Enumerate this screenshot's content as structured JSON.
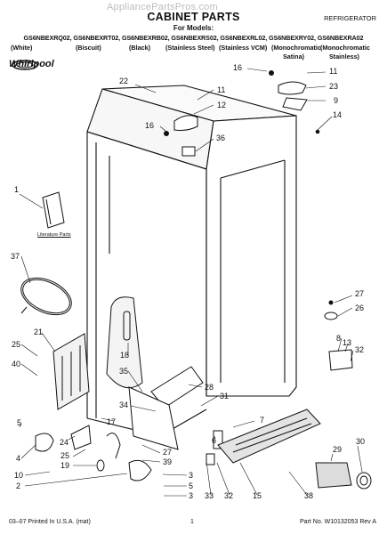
{
  "header": {
    "watermark": "AppliancePartsPros.com",
    "title": "CABINET PARTS",
    "category": "REFRIGERATOR",
    "for_models_label": "For Models:",
    "models_line": "GS6NBEXRQ02, GS6NBEXRT02, GS6NBEXRB02, GS6NBEXRS02, GS6NBEXRL02, GS6NBEXRY02, GS6NBEXRA02",
    "colors": [
      "(White)",
      "(Biscuit)",
      "(Black)",
      "(Stainless Steel)",
      "(Stainless VCM)",
      "(Monochromatic",
      "(Monochromatic"
    ],
    "colors_line2": [
      "Satina)",
      "Stainless)"
    ],
    "brand": "Whirlpool"
  },
  "literature_label": "Literature Parts",
  "callouts": [
    {
      "id": "c22",
      "text": "22"
    },
    {
      "id": "c11a",
      "text": "11"
    },
    {
      "id": "c12",
      "text": "12"
    },
    {
      "id": "c16a",
      "text": "16"
    },
    {
      "id": "c36",
      "text": "36"
    },
    {
      "id": "c16b",
      "text": "16"
    },
    {
      "id": "c11b",
      "text": "11"
    },
    {
      "id": "c23",
      "text": "23"
    },
    {
      "id": "c9",
      "text": "9"
    },
    {
      "id": "c14",
      "text": "14"
    },
    {
      "id": "c1",
      "text": "1"
    },
    {
      "id": "c37",
      "text": "37"
    },
    {
      "id": "c27a",
      "text": "27"
    },
    {
      "id": "c26",
      "text": "26"
    },
    {
      "id": "c8",
      "text": "8"
    },
    {
      "id": "c13",
      "text": "13"
    },
    {
      "id": "c32a",
      "text": "32"
    },
    {
      "id": "c21",
      "text": "21"
    },
    {
      "id": "c25a",
      "text": "25"
    },
    {
      "id": "c40",
      "text": "40"
    },
    {
      "id": "c18",
      "text": "18"
    },
    {
      "id": "c35",
      "text": "35"
    },
    {
      "id": "c28",
      "text": "28"
    },
    {
      "id": "c31",
      "text": "31"
    },
    {
      "id": "c34",
      "text": "34"
    },
    {
      "id": "c5",
      "text": "5"
    },
    {
      "id": "c17",
      "text": "17"
    },
    {
      "id": "c7",
      "text": "7"
    },
    {
      "id": "c24",
      "text": "24"
    },
    {
      "id": "c6",
      "text": "6"
    },
    {
      "id": "c39",
      "text": "39"
    },
    {
      "id": "c27b",
      "text": "27"
    },
    {
      "id": "c25b",
      "text": "25"
    },
    {
      "id": "c19",
      "text": "19"
    },
    {
      "id": "c29",
      "text": "29"
    },
    {
      "id": "c30",
      "text": "30"
    },
    {
      "id": "c4",
      "text": "4"
    },
    {
      "id": "c10",
      "text": "10"
    },
    {
      "id": "c2",
      "text": "2"
    },
    {
      "id": "c3a",
      "text": "3"
    },
    {
      "id": "c5b",
      "text": "5"
    },
    {
      "id": "c3b",
      "text": "3"
    },
    {
      "id": "c33",
      "text": "33"
    },
    {
      "id": "c32b",
      "text": "32"
    },
    {
      "id": "c15",
      "text": "15"
    },
    {
      "id": "c38",
      "text": "38"
    }
  ],
  "footer": {
    "left": "03–07 Printed In U.S.A. (mat)",
    "page": "1",
    "right": "Part No. W10132053 Rev A"
  }
}
